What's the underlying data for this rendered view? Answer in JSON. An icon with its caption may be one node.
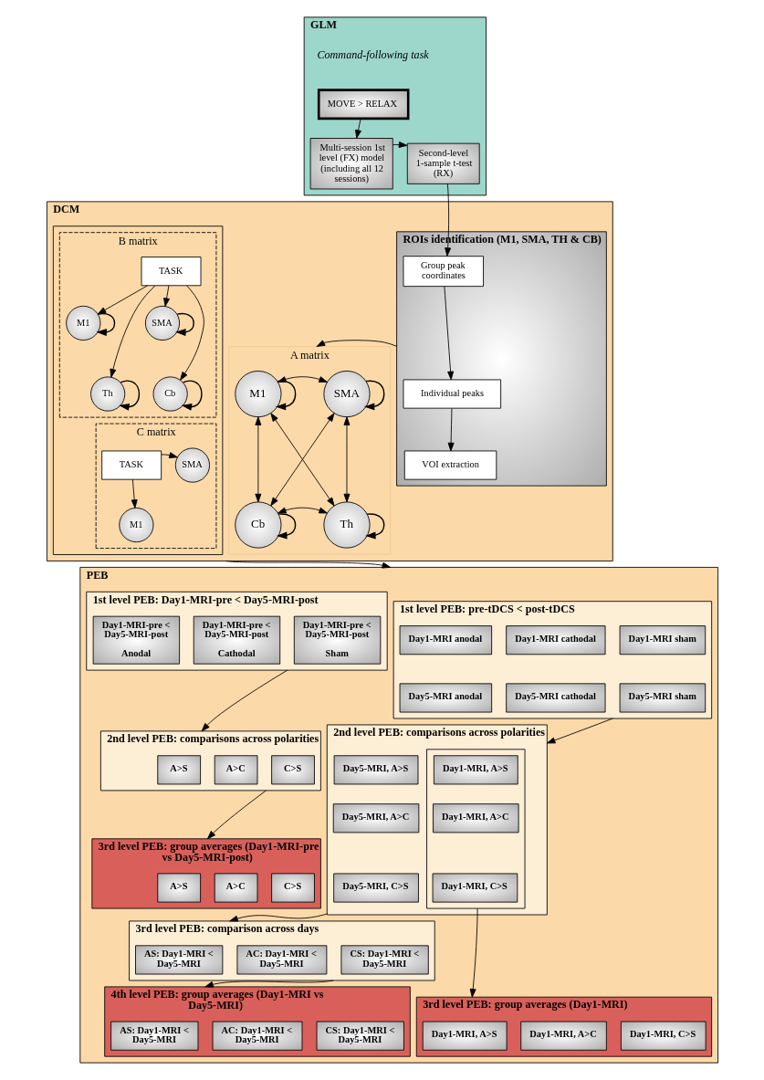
{
  "diagram": {
    "nodes": [
      {
        "text": [
          "GLM"
        ]
      },
      {
        "text": [
          "MOVE > RELAX"
        ],
        "in": 0,
        "beside": [
          "Command-following task"
        ]
      },
      {
        "text": [
          "Multi-session 1st level (FX) model (including all 12 sessions)"
        ],
        "in": 0
      },
      {
        "text": [
          "Second-level 1-sample t-test (RX)"
        ],
        "in": 0
      },
      {
        "text": [
          "DCM"
        ]
      },
      {
        "text": [
          "ROIs identification (M1, SMA, TH & CB)"
        ],
        "in": 4
      },
      {
        "text": [
          "Group peak coordinates"
        ],
        "in": 5
      },
      {
        "text": [
          "Individual peaks"
        ],
        "in": 5
      },
      {
        "text": [
          "VOI extraction"
        ],
        "in": 5
      },
      {
        "text": [
          "A matrix"
        ],
        "in": 4
      },
      {
        "text": [
          "M1"
        ],
        "in": 9
      },
      {
        "text": [
          "SMA"
        ],
        "in": 9
      },
      {
        "text": [
          "Th"
        ],
        "in": 9
      },
      {
        "text": [
          "Cb"
        ],
        "in": 9
      },
      {
        "text": [],
        "shape": "box",
        "in": 4
      },
      {
        "text": [
          "B matrix"
        ],
        "in": 14
      },
      {
        "text": [
          "M1"
        ],
        "in": 15
      },
      {
        "text": [
          "SMA"
        ],
        "in": 15
      },
      {
        "text": [
          "Th"
        ],
        "in": 15
      },
      {
        "text": [
          "Cb"
        ],
        "in": 15
      },
      {
        "text": [
          "TASK"
        ],
        "in": 15
      },
      {
        "text": [
          "C matrix"
        ],
        "in": 14
      },
      {
        "text": [
          "TASK"
        ],
        "in": 21
      },
      {
        "text": [
          "SMA"
        ],
        "in": 21
      },
      {
        "text": [
          "M1"
        ],
        "in": 21
      },
      {
        "text": [
          "PEB"
        ]
      },
      {
        "text": [
          "1st level PEB: pre-tDCS < post-tDCS"
        ],
        "in": 25
      },
      {
        "text": [
          "Day1-MRI anodal"
        ],
        "in": 26
      },
      {
        "text": [
          "Day1-MRI cathodal"
        ],
        "in": 26
      },
      {
        "text": [
          "Day1-MRI sham"
        ],
        "in": 26
      },
      {
        "text": [
          "Day5-MRI anodal"
        ],
        "in": 26
      },
      {
        "text": [
          "Day5-MRI cathodal"
        ],
        "in": 26
      },
      {
        "text": [
          "Day5-MRI sham"
        ],
        "in": 26
      },
      {
        "text": [
          "1st level PEB: Day1-MRI-pre < Day5-MRI-post"
        ],
        "in": 25
      },
      {
        "text": [
          "Day1-MRI-pre < Day5-MRI-post",
          "Anodal"
        ],
        "in": 33
      },
      {
        "text": [
          "Day1-MRI-pre < Day5-MRI-post",
          "Cathodal"
        ],
        "in": 33
      },
      {
        "text": [
          "Day1-MRI-pre < Day5-MRI-post",
          "Sham"
        ],
        "in": 33
      },
      {
        "text": [
          "2nd level PEB: comparisons across polarities"
        ],
        "in": 25
      },
      {
        "text": [],
        "shape": "box",
        "in": 37
      },
      {
        "text": [
          "Day1-MRI, A>S"
        ],
        "in": 38
      },
      {
        "text": [
          "Day1-MRI, A>C"
        ],
        "in": 38
      },
      {
        "text": [
          "Day1-MRI, C>S"
        ],
        "in": 38
      },
      {
        "text": [
          "Day5-MRI, A>S"
        ],
        "in": 37
      },
      {
        "text": [
          "Day5-MRI, A>C"
        ],
        "in": 37
      },
      {
        "text": [
          "Day5-MRI, C>S"
        ],
        "in": 37
      },
      {
        "text": [
          "2nd level PEB: comparisons across polarities"
        ],
        "in": 25
      },
      {
        "text": [
          "A>S"
        ],
        "in": 45
      },
      {
        "text": [
          "A>C"
        ],
        "in": 45
      },
      {
        "text": [
          "C>S"
        ],
        "in": 45
      },
      {
        "text": [
          "3rd level PEB: group averages (Day1-MRI-pre vs Day5-MRI-post)"
        ],
        "in": 25
      },
      {
        "text": [
          "A>S"
        ],
        "in": 49
      },
      {
        "text": [
          "A>C"
        ],
        "in": 49
      },
      {
        "text": [
          "C>S"
        ],
        "in": 49
      },
      {
        "text": [
          "3rd level PEB: comparison across days"
        ],
        "in": 25
      },
      {
        "text": [
          "AS: Day1-MRI < Day5-MRI"
        ],
        "in": 53
      },
      {
        "text": [
          "AC: Day1-MRI < Day5-MRI"
        ],
        "in": 53
      },
      {
        "text": [
          "CS: Day1-MRI < Day5-MRI"
        ],
        "in": 53
      },
      {
        "text": [
          "3rd level PEB: group averages (Day1-MRI)"
        ],
        "in": 25
      },
      {
        "text": [
          "Day1-MRI, A>S"
        ],
        "in": 57
      },
      {
        "text": [
          "Day1-MRI, A>C"
        ],
        "in": 57
      },
      {
        "text": [
          "Day1-MRI, C>S"
        ],
        "in": 57
      },
      {
        "text": [
          "4th level PEB: group averages (Day1-MRI vs Day5-MRI)"
        ],
        "in": 25
      },
      {
        "text": [
          "AS: Day1-MRI < Day5-MRI"
        ],
        "in": 61
      },
      {
        "text": [
          "AC: Day1-MRI < Day5-MRI"
        ],
        "in": 61
      },
      {
        "text": [
          "CS: Day1-MRI < Day5-MRI"
        ],
        "in": 61
      }
    ],
    "edges": [
      {
        "from": 1,
        "to": 2,
        "arrow": "to"
      },
      {
        "from": 2,
        "to": 3,
        "arrow": "to"
      },
      {
        "from": 3,
        "to": 6,
        "arrow": "to"
      },
      {
        "from": 6,
        "to": 7,
        "arrow": "to"
      },
      {
        "from": 7,
        "to": 8,
        "arrow": "to"
      },
      {
        "from": 5,
        "to": 9,
        "arrow": "to"
      },
      {
        "from": 10,
        "to": 10,
        "arrow": "to"
      },
      {
        "from": 11,
        "to": 11,
        "arrow": "to"
      },
      {
        "from": 12,
        "to": 12,
        "arrow": "to"
      },
      {
        "from": 13,
        "to": 13,
        "arrow": "to"
      },
      {
        "from": 10,
        "to": 11,
        "arrow": "both"
      },
      {
        "from": 10,
        "to": 12,
        "arrow": "both"
      },
      {
        "from": 10,
        "to": 13,
        "arrow": "both"
      },
      {
        "from": 11,
        "to": 12,
        "arrow": "both"
      },
      {
        "from": 11,
        "to": 13,
        "arrow": "both"
      },
      {
        "from": 12,
        "to": 13,
        "arrow": "both"
      },
      {
        "from": 16,
        "to": 16,
        "arrow": "to"
      },
      {
        "from": 17,
        "to": 17,
        "arrow": "to"
      },
      {
        "from": 18,
        "to": 18,
        "arrow": "to"
      },
      {
        "from": 19,
        "to": 19,
        "arrow": "to"
      },
      {
        "from": 20,
        "to": 16,
        "arrow": "to"
      },
      {
        "from": 20,
        "to": 17,
        "arrow": "to"
      },
      {
        "from": 20,
        "to": 18,
        "arrow": "to"
      },
      {
        "from": 20,
        "to": 19,
        "arrow": "to"
      },
      {
        "from": 22,
        "to": 23,
        "arrow": "to"
      },
      {
        "from": 22,
        "to": 24,
        "arrow": "to"
      },
      {
        "from": 4,
        "to": 25,
        "arrow": "to"
      },
      {
        "from": 26,
        "to": 37,
        "arrow": "to"
      },
      {
        "from": 33,
        "to": 45,
        "arrow": "to"
      },
      {
        "from": 45,
        "to": 49,
        "arrow": "to"
      },
      {
        "from": 38,
        "to": 57,
        "arrow": "to"
      },
      {
        "from": 37,
        "to": 53,
        "arrow": "to"
      },
      {
        "from": 53,
        "to": 61,
        "arrow": "to"
      }
    ]
  }
}
